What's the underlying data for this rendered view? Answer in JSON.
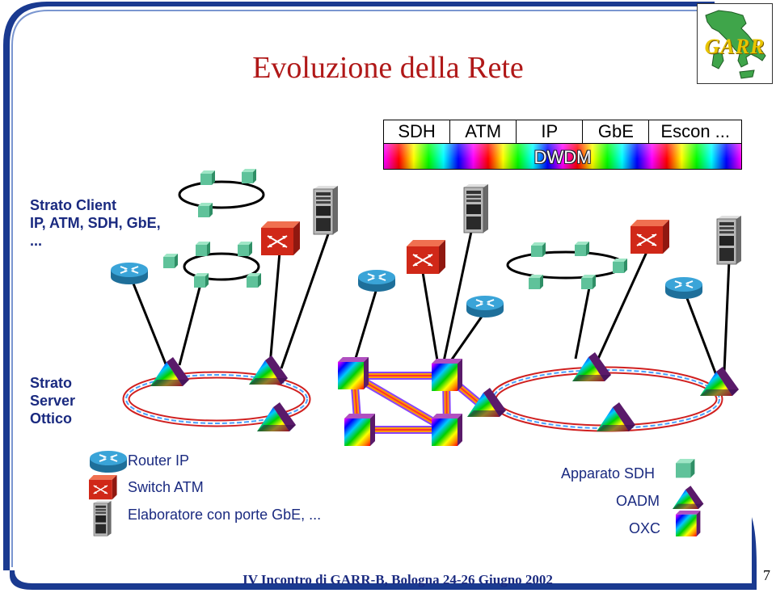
{
  "slide": {
    "title": "Evoluzione della Rete",
    "footer": "IV Incontro di GARR-B, Bologna 24-26 Giugno 2002",
    "page_number": "7",
    "logo_text": "GARR"
  },
  "layers": {
    "protocols": [
      "SDH",
      "ATM",
      "IP",
      "GbE",
      "Escon ..."
    ],
    "transport": "DWDM"
  },
  "strata": {
    "client_line1": "Strato Client",
    "client_line2": "IP, ATM, SDH, GbE,",
    "client_line3": "...",
    "server_line1": "Strato",
    "server_line2": "Server",
    "server_line3": "Ottico"
  },
  "legend": {
    "router": "Router IP",
    "switch": "Switch ATM",
    "server": "Elaboratore con porte GbE, ...",
    "sdh": "Apparato SDH",
    "oadm": "OADM",
    "oxc": "OXC"
  },
  "colors": {
    "title": "#b01818",
    "text": "#1a2a80",
    "frame": "#1a3a90",
    "router": "#2a8ab8",
    "atm_switch": "#d02818",
    "sdh": "#5fc29a"
  }
}
